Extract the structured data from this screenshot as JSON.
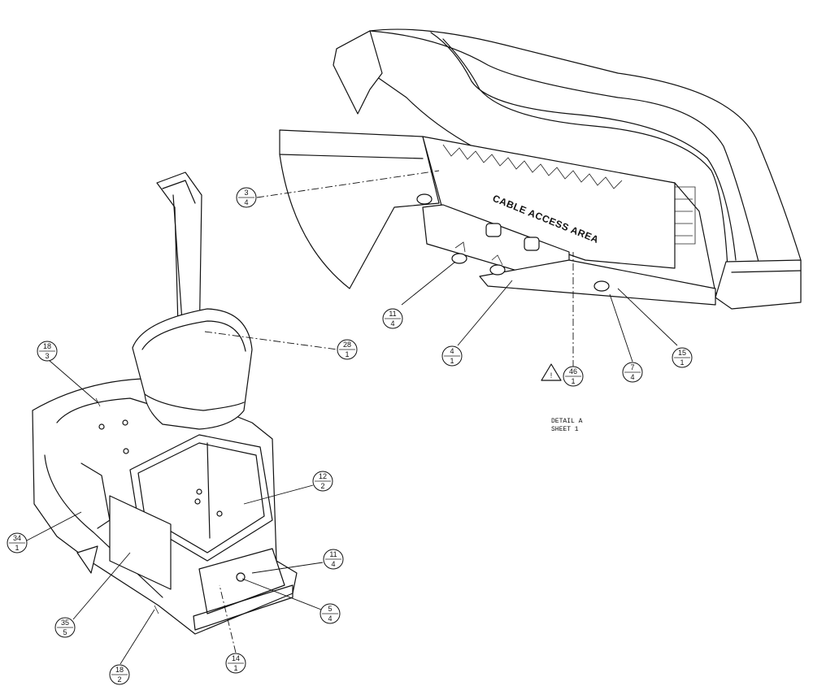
{
  "detail_text": {
    "cable_label": "CABLE ACCESS AREA",
    "detail_line1": "DETAIL A",
    "detail_line2": "SHEET 1",
    "warning_symbol": "!"
  },
  "callouts": [
    {
      "id": "c-3-4",
      "top": "3",
      "bottom": "4"
    },
    {
      "id": "c-11-4-a",
      "top": "11",
      "bottom": "4"
    },
    {
      "id": "c-4-1",
      "top": "4",
      "bottom": "1"
    },
    {
      "id": "c-46-1",
      "top": "46",
      "bottom": "1"
    },
    {
      "id": "c-7-4",
      "top": "7",
      "bottom": "4"
    },
    {
      "id": "c-15-1",
      "top": "15",
      "bottom": "1"
    },
    {
      "id": "c-28-1",
      "top": "28",
      "bottom": "1"
    },
    {
      "id": "c-18-3",
      "top": "18",
      "bottom": "3"
    },
    {
      "id": "c-12-2",
      "top": "12",
      "bottom": "2"
    },
    {
      "id": "c-34-1",
      "top": "34",
      "bottom": "1"
    },
    {
      "id": "c-11-4-b",
      "top": "11",
      "bottom": "4"
    },
    {
      "id": "c-5-4",
      "top": "5",
      "bottom": "4"
    },
    {
      "id": "c-35-5",
      "top": "35",
      "bottom": "5"
    },
    {
      "id": "c-14-1",
      "top": "14",
      "bottom": "1"
    },
    {
      "id": "c-18-2",
      "top": "18",
      "bottom": "2"
    }
  ]
}
